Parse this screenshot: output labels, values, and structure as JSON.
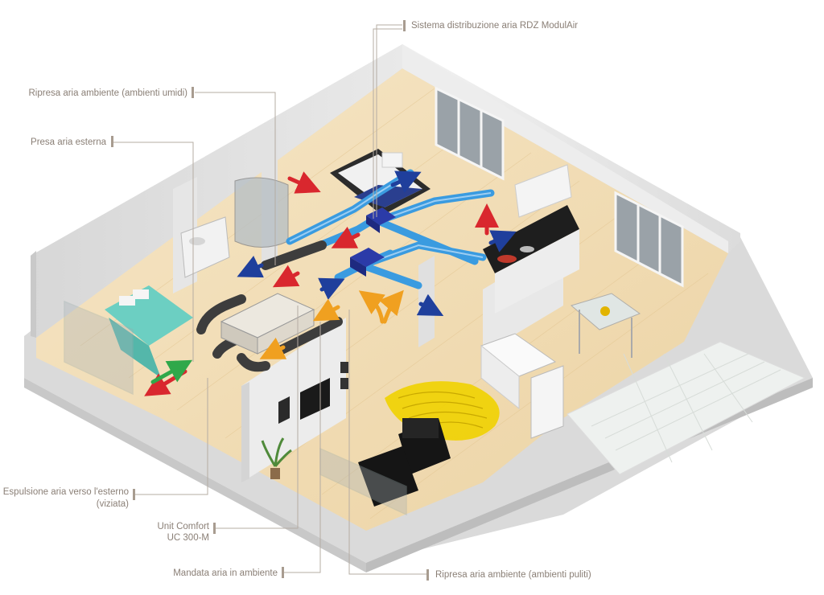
{
  "labels": {
    "sistema": "Sistema distribuzione aria RDZ ModulAir",
    "ripresa_umidi": "Ripresa aria ambiente (ambienti umidi)",
    "presa_esterna": "Presa aria esterna",
    "espulsione_1": "Espulsione aria verso l'esterno",
    "espulsione_2": "(viziata)",
    "unit_1": "Unit Comfort",
    "unit_2": "UC 300-M",
    "mandata": "Mandata aria in ambiente",
    "ripresa_puliti": "Ripresa aria ambiente (ambienti puliti)"
  },
  "colors": {
    "label_text": "#8a7f76",
    "leader_line": "#b5aca3",
    "supply_duct": "#3a9be0",
    "exhaust_duct": "#3d3d3d",
    "arrow_red": "#d9272e",
    "arrow_blue": "#1f3f9c",
    "arrow_green": "#2fa84a",
    "arrow_orange": "#f0a020",
    "floor_wood": "#f1ddb6",
    "wall": "#e4e4e4"
  }
}
